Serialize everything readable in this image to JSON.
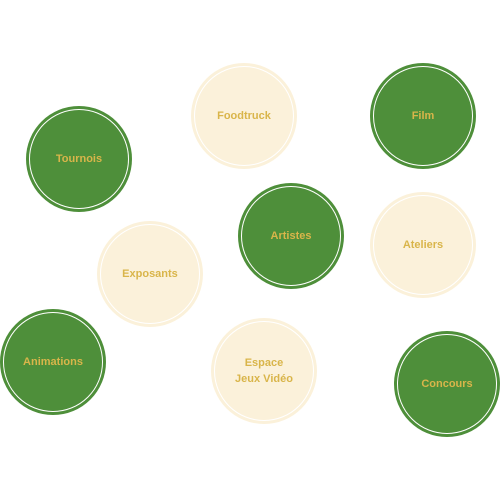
{
  "colors": {
    "green": "#4e8f3a",
    "cream": "#fbf1da",
    "label": "#d9b54a",
    "background": "#ffffff"
  },
  "bubbles": [
    {
      "id": "foodtruck",
      "label": "Foodtruck",
      "style": "cream"
    },
    {
      "id": "film",
      "label": "Film",
      "style": "green"
    },
    {
      "id": "tournois",
      "label": "Tournois",
      "style": "green"
    },
    {
      "id": "artistes",
      "label": "Artistes",
      "style": "green"
    },
    {
      "id": "ateliers",
      "label": "Ateliers",
      "style": "cream"
    },
    {
      "id": "exposants",
      "label": "Exposants",
      "style": "cream"
    },
    {
      "id": "animations",
      "label": "Animations",
      "style": "green"
    },
    {
      "id": "espace-jeux-video",
      "label": "Espace\nJeux Vidéo",
      "style": "cream"
    },
    {
      "id": "concours",
      "label": "Concours",
      "style": "green"
    }
  ]
}
